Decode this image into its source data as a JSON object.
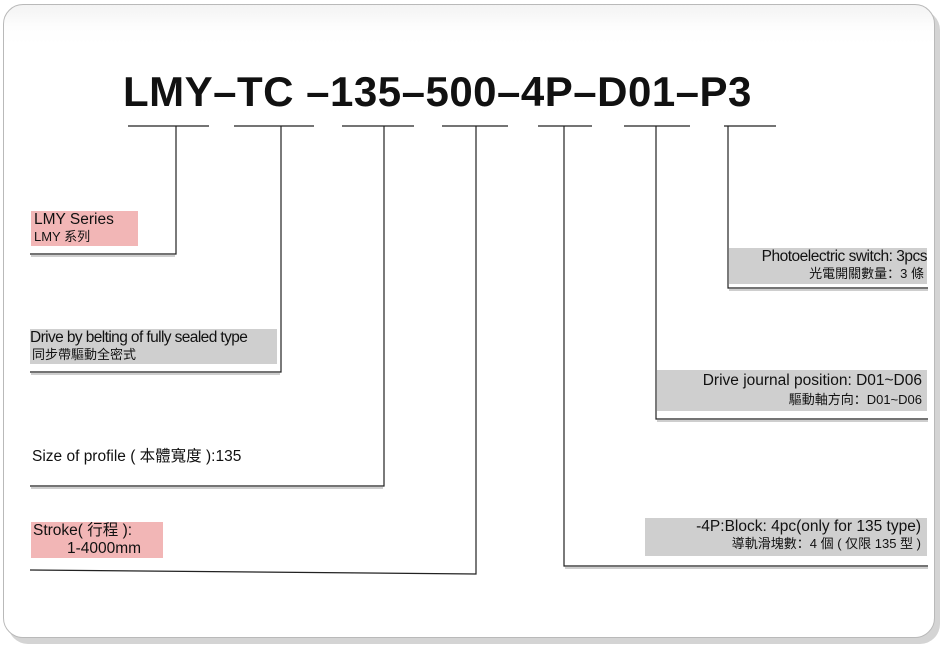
{
  "code": "LMY–TC –135–500–4P–D01–P3",
  "labels": {
    "series": {
      "en": "LMY Series",
      "zh": "LMY 系列"
    },
    "drive": {
      "en": "Drive by belting of fully sealed type",
      "zh": "同步帶驅動全密式"
    },
    "profile": {
      "en": "Size of profile ( 本體寬度 ):135"
    },
    "stroke": {
      "en": "Stroke( 行程 ):",
      "zh": "1-4000mm"
    },
    "photo": {
      "en": "Photoelectric switch: 3pcs",
      "zh": "光電開關數量：3 條"
    },
    "journal": {
      "en": "Drive journal position: D01~D06",
      "zh": "驅動軸方向：D01~D06"
    },
    "block": {
      "en": "-4P:Block: 4pc(only for 135 type)",
      "zh": "導軌滑塊數：4 個 ( 仅限 135 型 )"
    }
  },
  "colors": {
    "pink_highlight": "#f2b6b6",
    "gray_highlight": "#cfcfcf",
    "line": "#222222"
  }
}
